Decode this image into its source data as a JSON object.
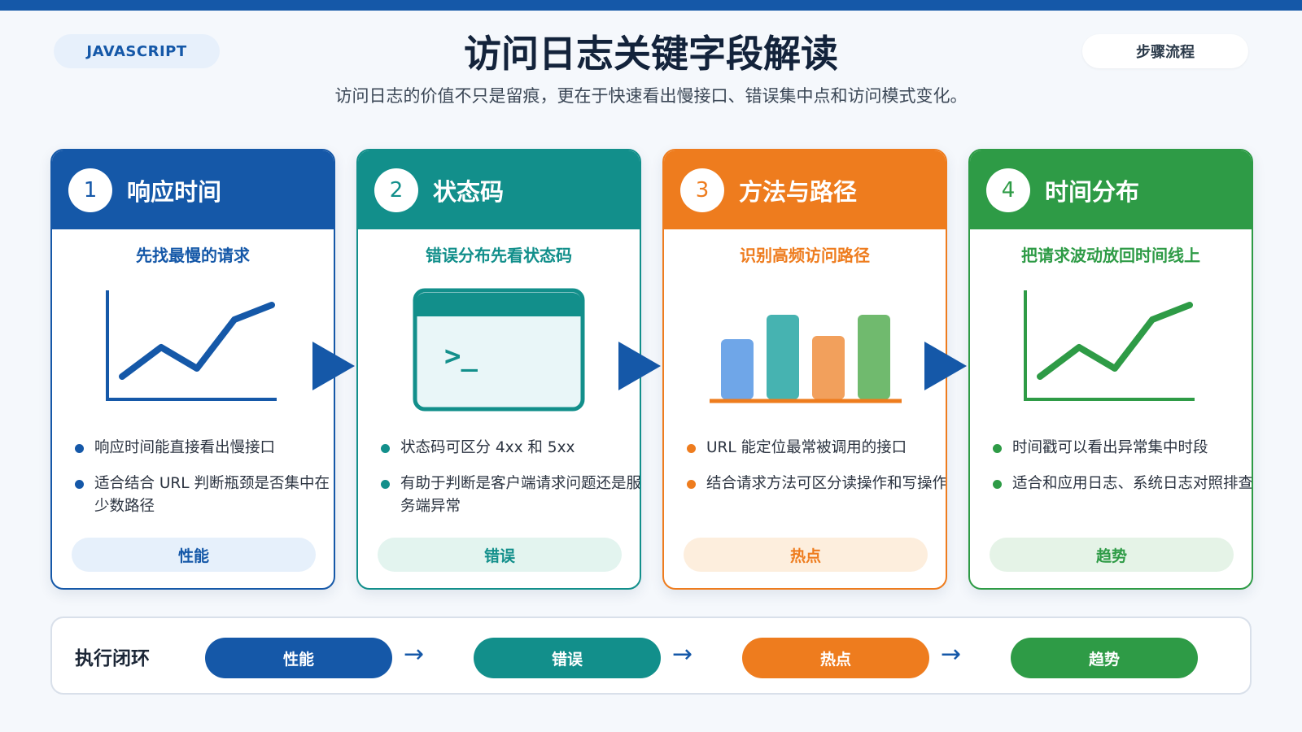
{
  "header": {
    "tag_left": "JAVASCRIPT",
    "title": "访问日志关键字段解读",
    "tag_right": "步骤流程",
    "subtitle": "访问日志的价值不只是留痕，更在于快速看出慢接口、错误集中点和访问模式变化。"
  },
  "colors": {
    "blue": "#1558a8",
    "teal": "#128f8b",
    "orange": "#ee7c1e",
    "green": "#2e9b46"
  },
  "cards": [
    {
      "num": "1",
      "title": "响应时间",
      "subtitle": "先找最慢的请求",
      "icon": "line-chart-icon",
      "bullets": [
        "响应时间能直接看出慢接口",
        "适合结合 URL 判断瓶颈是否集中在少数路径"
      ],
      "pill": "性能"
    },
    {
      "num": "2",
      "title": "状态码",
      "subtitle": "错误分布先看状态码",
      "icon": "terminal-window-icon",
      "terminal_prompt": ">_",
      "bullets": [
        "状态码可区分 4xx 和 5xx",
        "有助于判断是客户端请求问题还是服务端异常"
      ],
      "pill": "错误"
    },
    {
      "num": "3",
      "title": "方法与路径",
      "subtitle": "识别高频访问路径",
      "icon": "bar-chart-icon",
      "bullets": [
        "URL 能定位最常被调用的接口",
        "结合请求方法可区分读操作和写操作"
      ],
      "pill": "热点"
    },
    {
      "num": "4",
      "title": "时间分布",
      "subtitle": "把请求波动放回时间线上",
      "icon": "trend-chart-icon",
      "bullets": [
        "时间戳可以看出异常集中时段",
        "适合和应用日志、系统日志对照排查"
      ],
      "pill": "趋势"
    }
  ],
  "loop": {
    "title": "执行闭环",
    "steps": [
      "性能",
      "错误",
      "热点",
      "趋势"
    ],
    "arrow": "→"
  }
}
